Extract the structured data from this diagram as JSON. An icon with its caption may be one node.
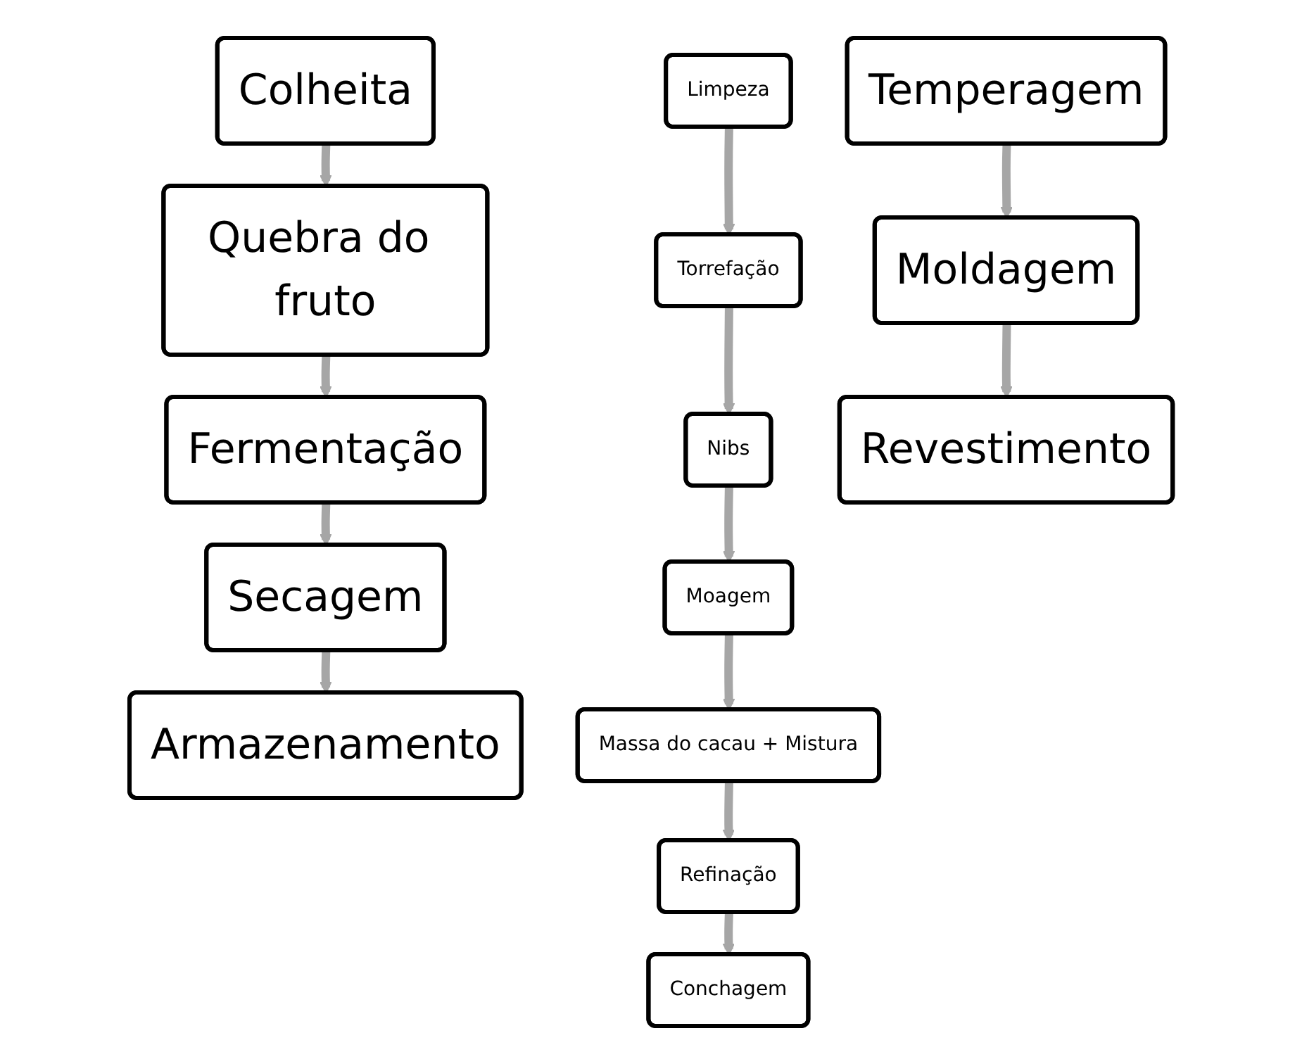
{
  "diagram": {
    "nodes": [
      {
        "text": [
          "Colheita"
        ]
      },
      {
        "text": [
          "Quebra do fruto"
        ]
      },
      {
        "text": [
          "Fermentação"
        ]
      },
      {
        "text": [
          "Secagem"
        ]
      },
      {
        "text": [
          "Armazenamento"
        ]
      },
      {
        "text": [
          "Limpeza"
        ]
      },
      {
        "text": [
          "Torrefação"
        ]
      },
      {
        "text": [
          "Nibs"
        ]
      },
      {
        "text": [
          "Moagem"
        ]
      },
      {
        "text": [
          "Massa do cacau + Mistura"
        ]
      },
      {
        "text": [
          "Refinação"
        ]
      },
      {
        "text": [
          "Conchagem"
        ]
      },
      {
        "text": [
          "Temperagem"
        ]
      },
      {
        "text": [
          "Moldagem"
        ]
      },
      {
        "text": [
          "Revestimento"
        ]
      }
    ],
    "edges": [
      {
        "from": 0,
        "to": 1,
        "arrow": "to"
      },
      {
        "from": 1,
        "to": 2,
        "arrow": "to"
      },
      {
        "from": 2,
        "to": 3,
        "arrow": "to"
      },
      {
        "from": 3,
        "to": 4,
        "arrow": "to"
      },
      {
        "from": 5,
        "to": 6,
        "arrow": "to"
      },
      {
        "from": 6,
        "to": 7,
        "arrow": "to"
      },
      {
        "from": 7,
        "to": 8,
        "arrow": "to"
      },
      {
        "from": 8,
        "to": 9,
        "arrow": "to"
      },
      {
        "from": 9,
        "to": 10,
        "arrow": "to"
      },
      {
        "from": 10,
        "to": 11,
        "arrow": "to"
      },
      {
        "from": 12,
        "to": 13,
        "arrow": "to"
      },
      {
        "from": 13,
        "to": 14,
        "arrow": "to"
      }
    ]
  }
}
